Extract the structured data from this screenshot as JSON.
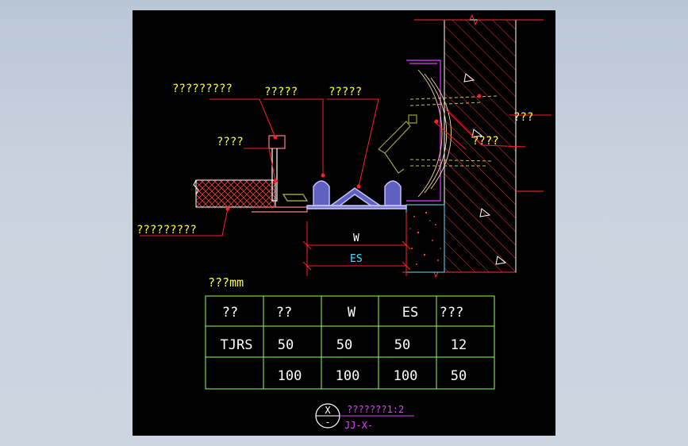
{
  "labels": {
    "callout_1": "?????????",
    "callout_2": "?????",
    "callout_3": "?????",
    "callout_4": "????",
    "callout_5": "?????????",
    "callout_6": "???",
    "callout_7": "????",
    "dim_w": "W",
    "dim_es": "ES",
    "unit_label": "???mm"
  },
  "table": {
    "headers": [
      "??",
      "??",
      "W",
      "ES",
      "???"
    ],
    "rows": [
      [
        "TJRS",
        "50",
        "50",
        "50",
        "12"
      ],
      [
        "",
        "100",
        "100",
        "100",
        "50"
      ]
    ]
  },
  "title_block": {
    "symbol_top": "X",
    "symbol_bottom": "-",
    "title": "???????1:2",
    "ref": "JJ-X-"
  },
  "colors": {
    "canvas": "#000000",
    "leader": "#ff2020",
    "text_yellow": "#ffff40",
    "text_cyan": "#40e0ff",
    "table_line": "#90ff60",
    "magenta": "#e040ff",
    "white": "#ffffff"
  }
}
